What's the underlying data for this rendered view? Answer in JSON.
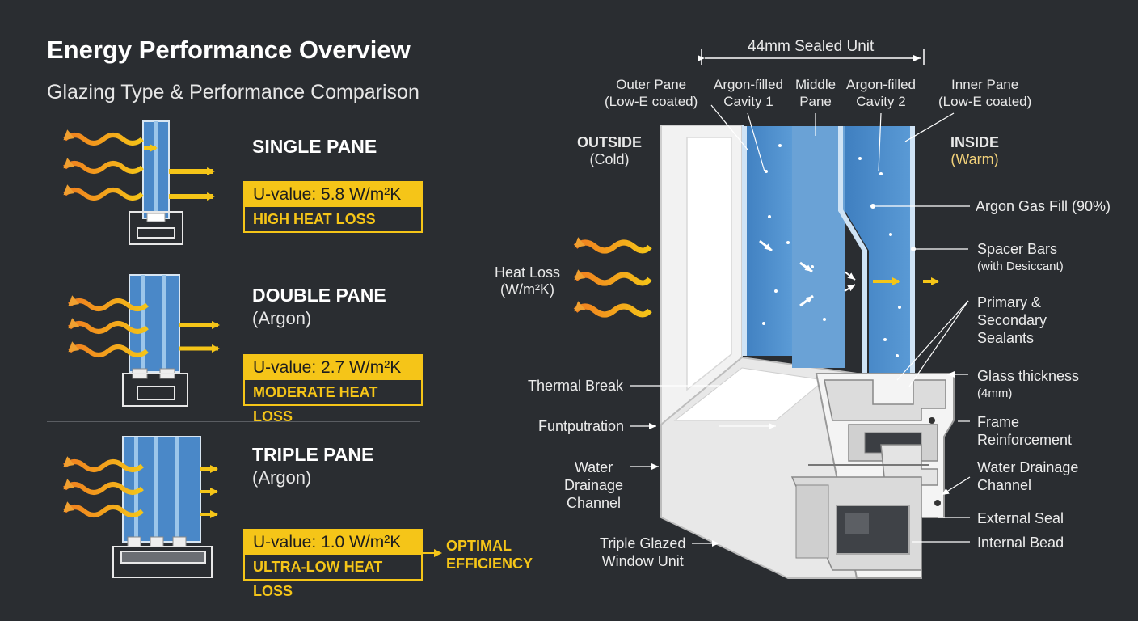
{
  "header": {
    "title": "Energy Performance Overview",
    "subtitle": "Glazing Type & Performance Comparison"
  },
  "comparison": [
    {
      "name": "SINGLE PANE",
      "sub": "",
      "u_value": "U-value: 5.8 W/m²K",
      "loss": "HIGH HEAT LOSS"
    },
    {
      "name": "DOUBLE PANE",
      "sub": "(Argon)",
      "u_value": "U-value: 2.7 W/m²K",
      "loss": "MODERATE HEAT LOSS"
    },
    {
      "name": "TRIPLE PANE",
      "sub": "(Argon)",
      "u_value": "U-value: 1.0 W/m²K",
      "loss": "ULTRA-LOW HEAT LOSS"
    }
  ],
  "optimal": {
    "line1": "OPTIMAL",
    "line2": "EFFICIENCY"
  },
  "section": {
    "sealed_unit": "44mm Sealed Unit",
    "outside": {
      "title": "OUTSIDE",
      "sub": "(Cold)"
    },
    "inside": {
      "title": "INSIDE",
      "sub": "(Warm)"
    },
    "heat_loss": {
      "line1": "Heat Loss",
      "line2": "(W/m²K)"
    },
    "top_labels": [
      {
        "line1": "Outer Pane",
        "line2": "(Low-E coated)"
      },
      {
        "line1": "Argon-filled",
        "line2": "Cavity 1"
      },
      {
        "line1": "Middle",
        "line2": "Pane"
      },
      {
        "line1": "Argon-filled",
        "line2": "Cavity 2"
      },
      {
        "line1": "Inner Pane",
        "line2": "(Low-E coated)"
      }
    ],
    "right_labels": [
      {
        "line1": "Argon Gas Fill (90%)",
        "line2": ""
      },
      {
        "line1": "Spacer Bars",
        "line2": "(with Desiccant)"
      },
      {
        "line1": "Primary &",
        "line2": "Secondary",
        "line3": "Sealants"
      },
      {
        "line1": "Glass thickness",
        "line2": "(4mm)"
      },
      {
        "line1": "Frame",
        "line2": "Reinforcement"
      },
      {
        "line1": "Water Drainage",
        "line2": "Channel"
      },
      {
        "line1": "External Seal",
        "line2": ""
      },
      {
        "line1": "Internal Bead",
        "line2": ""
      }
    ],
    "left_labels": [
      {
        "line1": "Thermal Break"
      },
      {
        "line1": "Funtputration"
      },
      {
        "line1": "Water",
        "line2": "Drainage",
        "line3": "Channel"
      },
      {
        "line1": "Triple Glazed",
        "line2": "Window Unit"
      }
    ]
  },
  "colors": {
    "accent": "#f5c518",
    "heat": "#f0a030",
    "glass": "#4a86c0",
    "background": "#2a2d31"
  }
}
